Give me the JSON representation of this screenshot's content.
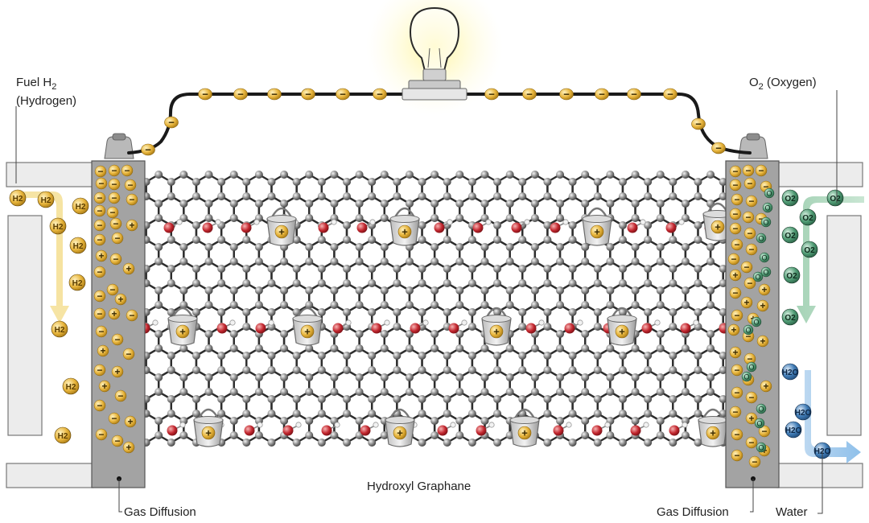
{
  "labels": {
    "fuel_line1": "Fuel H",
    "fuel_sub": "2",
    "fuel_line2": "(Hydrogen)",
    "oxygen_main": "O",
    "oxygen_sub": "2",
    "oxygen_rest": " (Oxygen)",
    "membrane": "Hydroxyl Graphane",
    "gas_diffusion_left": "Gas Diffusion",
    "gas_diffusion_right": "Gas Diffusion",
    "water": "Water"
  },
  "molecules": {
    "hydrogen": "H2",
    "oxygen": "O2",
    "oxygen_atom": "O",
    "water": "H2O"
  },
  "symbols": {
    "electron": "−",
    "proton": "+"
  },
  "colors": {
    "electron_gold": "#e7b43b",
    "oxygen_green": "#4f9b74",
    "water_blue": "#3f7bb5",
    "hydroxyl_red": "#c2262e",
    "carbon_gray": "#6c6c6c",
    "electrode_gray": "#a3a3a3",
    "bulb_glow": "#fff3a3"
  },
  "icons": {
    "bulb": "lightbulb-icon",
    "bucket": "bucket-icon",
    "terminal": "terminal-icon"
  }
}
